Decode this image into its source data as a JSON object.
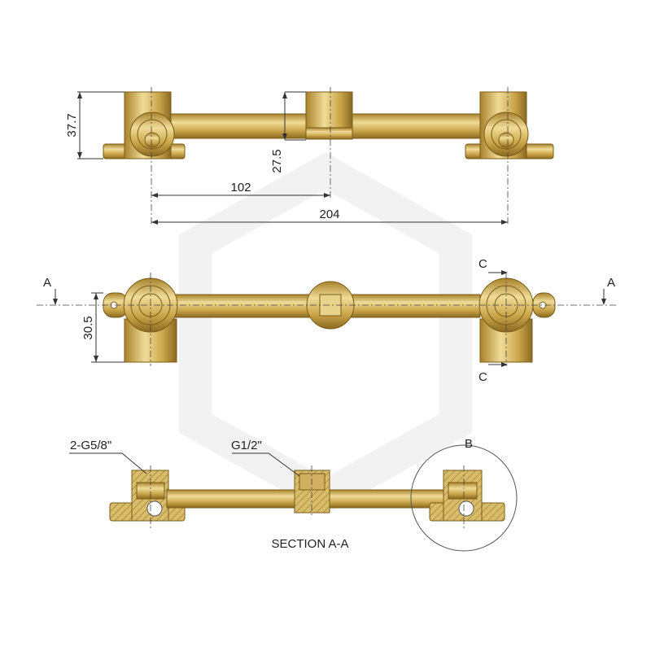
{
  "drawing": {
    "top_view": {
      "dim_height": "37.7",
      "dim_socket_depth": "27.5",
      "dim_half_span": "102",
      "dim_span": "204"
    },
    "front_view": {
      "section_mark_left": "A",
      "section_mark_right": "A",
      "section_c_top": "C",
      "section_c_bottom": "C",
      "dim_depth": "30.5"
    },
    "section_view": {
      "label_outlet_thread": "2-G5/8\"",
      "label_inlet_thread": "G1/2\"",
      "detail_label": "B",
      "title": "SECTION A-A"
    }
  },
  "colors": {
    "brass_light": "#f0dc98",
    "brass_mid": "#c9a448",
    "brass_dark": "#8a6a22",
    "line": "#333333"
  }
}
